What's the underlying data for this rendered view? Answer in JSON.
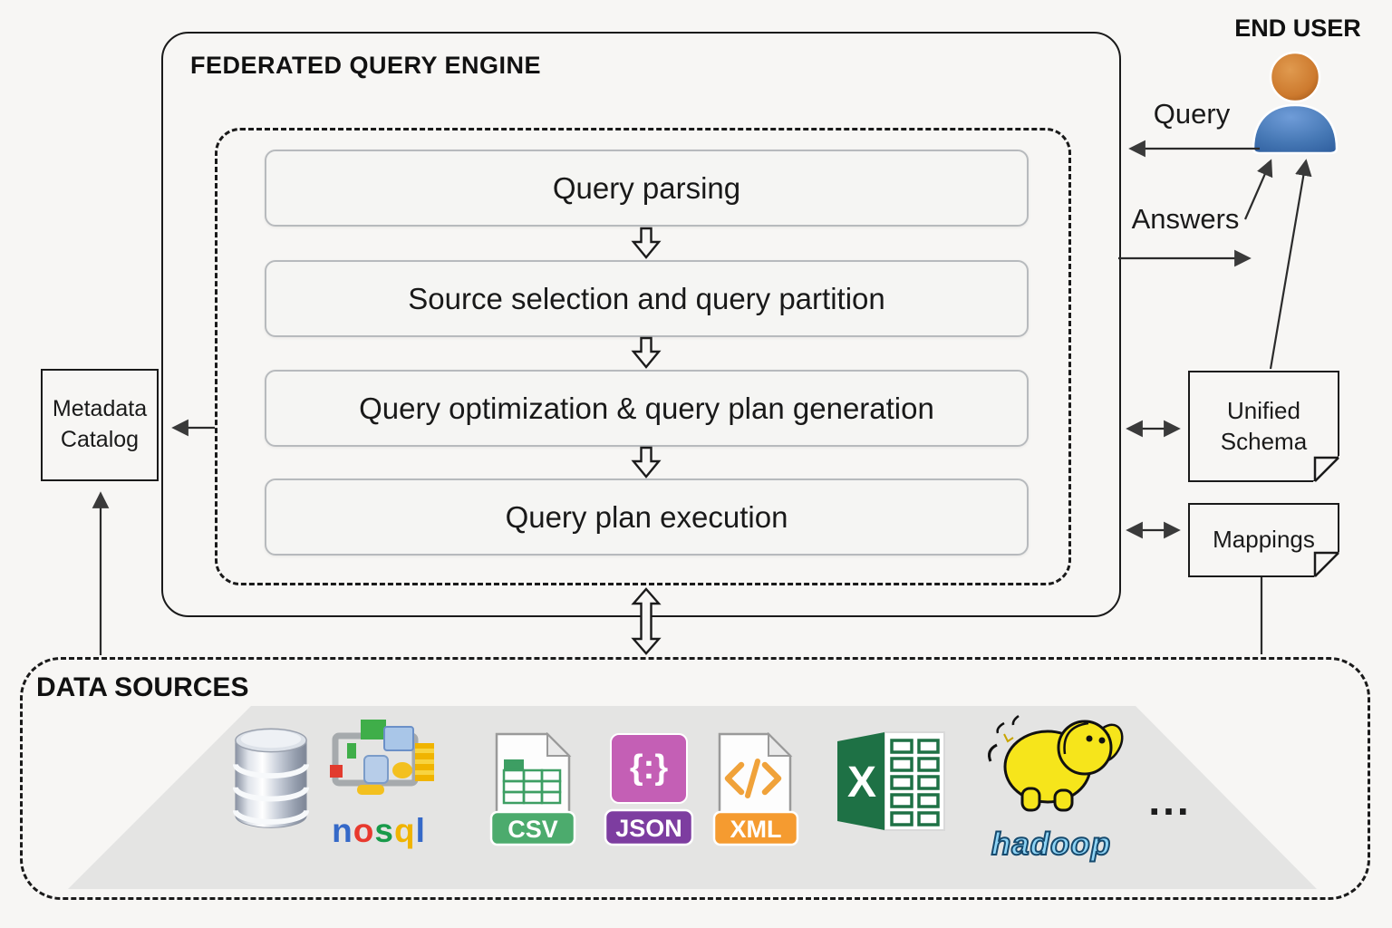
{
  "engine": {
    "title": "FEDERATED QUERY ENGINE",
    "stages": [
      {
        "label": "Query parsing"
      },
      {
        "label": "Source selection and query partition"
      },
      {
        "label": "Query optimization & query plan generation"
      },
      {
        "label": "Query plan execution"
      }
    ]
  },
  "metadata_catalog": {
    "label": "Metadata Catalog"
  },
  "end_user": {
    "label": "END USER"
  },
  "flows": {
    "query": "Query",
    "answers": "Answers"
  },
  "artifacts": {
    "unified_schema": "Unified Schema",
    "mappings": "Mappings"
  },
  "data_sources": {
    "title": "DATA SOURCES",
    "ellipsis": "...",
    "nosql_letters": [
      "n",
      "o",
      "s",
      "q",
      "l"
    ],
    "csv_label": "CSV",
    "json_label": "JSON",
    "json_glyph": "{:}",
    "xml_label": "XML",
    "excel_letter": "X",
    "hadoop_label": "hadoop"
  },
  "colors": {
    "background": "#f7f6f4",
    "box_border": "#1a1a1a",
    "stage_fill": "#f5f5f3",
    "stage_border": "#b7babd",
    "arrow": "#2b2b2b",
    "platform_gray": "#e4e4e3",
    "user_head_orange": "#cd7a2e",
    "user_body_blue": "#4577b4",
    "csv_green": "#4cab6d",
    "csv_grid_green": "#3d9e63",
    "json_magenta": "#c45fb5",
    "json_purple": "#7d3da0",
    "xml_orange": "#f59b30",
    "excel_green": "#1e7145",
    "hadoop_yellow": "#f6e51b",
    "hadoop_text_blue": "#8fd4f5",
    "nosql_blue": "#3569c8",
    "nosql_red": "#e8392e",
    "nosql_green": "#189a4a",
    "nosql_yellow": "#f0b400"
  }
}
